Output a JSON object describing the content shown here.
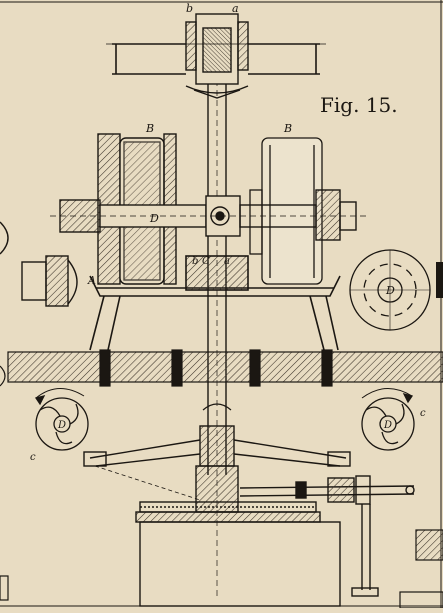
{
  "figure": {
    "caption": "Fig. 15.",
    "labels": {
      "b_top": "b",
      "a_top": "a",
      "B_left": "B",
      "B_right": "B",
      "D_center": "D",
      "b_mid": "b",
      "C_mid": "C",
      "a_mid": "a",
      "A_left": "A",
      "D_right_disc": "D",
      "D_left_rotor": "D",
      "c_left_rotor": "c",
      "D_right_rotor": "D",
      "c_right_rotor": "c"
    }
  },
  "colors": {
    "paper": "#e8dcc2",
    "ink": "#1b1712",
    "hatch": "#3a3228"
  }
}
